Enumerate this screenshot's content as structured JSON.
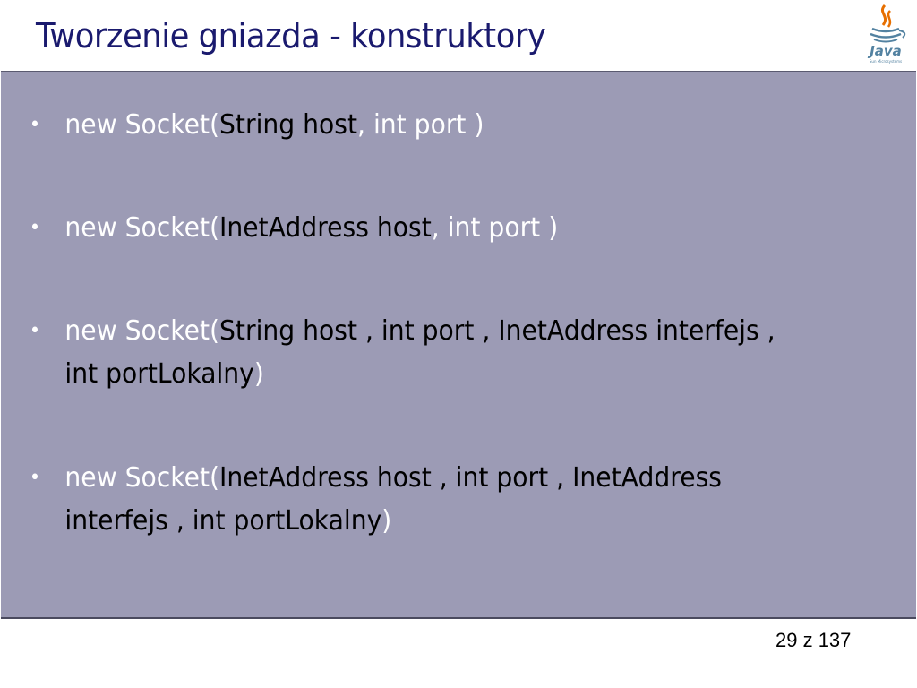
{
  "slide": {
    "title": "Tworzenie gniazda - konstruktory",
    "page_number": "29 z 137",
    "logo_text": "Java"
  },
  "bullets": [
    {
      "prefix": "new Socket(",
      "args": "String host",
      "sep1": ", ",
      "rest": "int port ",
      "close": ")"
    },
    {
      "prefix": "new Socket(",
      "args": "InetAddress host",
      "sep1": ", ",
      "rest": "int port ",
      "close": ")"
    },
    {
      "prefix": "new Socket(",
      "args": "String host , int port , InetAddress interfejs , int portLokalny",
      "close": ")"
    },
    {
      "prefix": "new Socket(",
      "args": "InetAddress host , int port , InetAddress interfejs , int portLokalny",
      "close": ")"
    }
  ],
  "colors": {
    "title": "#1a1a6e",
    "panel": "#9c9bb5",
    "keyword": "#ffffff",
    "text": "#000000"
  }
}
